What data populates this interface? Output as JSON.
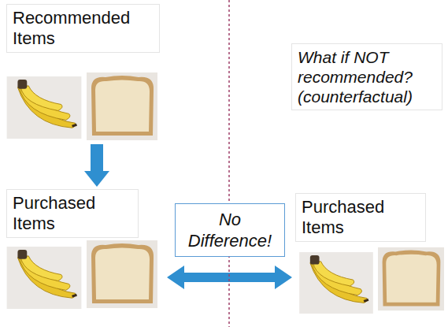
{
  "diagram": {
    "nodes": [
      {
        "text": [
          "Recommended Items"
        ]
      },
      {
        "text": [
          "Purchased Items"
        ]
      },
      {
        "text": [
          "What if NOT recommended? (counterfactual)"
        ]
      },
      {
        "text": [
          "Purchased Items"
        ]
      }
    ],
    "edges": [
      {
        "from": 0,
        "to": 1,
        "arrow": "to"
      },
      {
        "from": 1,
        "to": 3,
        "arrow": "both",
        "label": "No Difference!"
      }
    ]
  }
}
